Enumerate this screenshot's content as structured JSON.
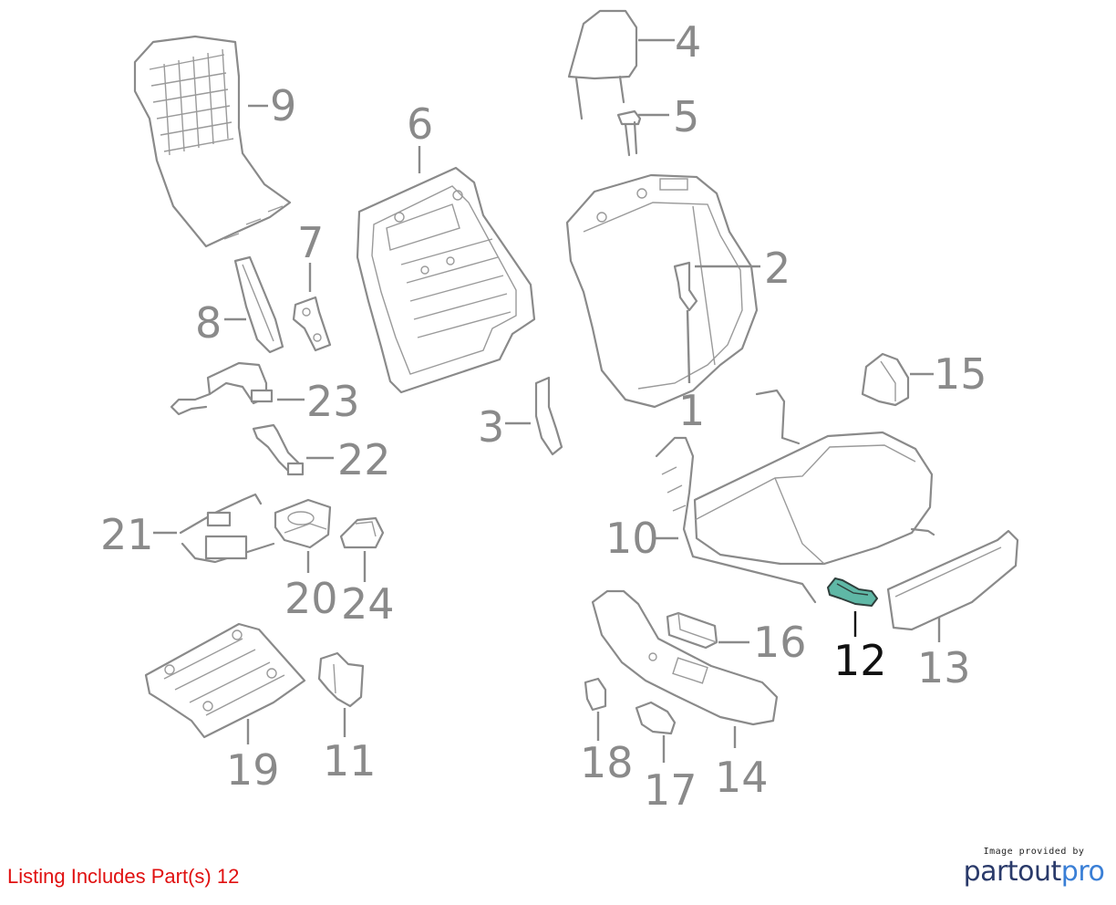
{
  "diagram": {
    "callouts": [
      {
        "id": "1",
        "highlighted": false
      },
      {
        "id": "2",
        "highlighted": false
      },
      {
        "id": "3",
        "highlighted": false
      },
      {
        "id": "4",
        "highlighted": false
      },
      {
        "id": "5",
        "highlighted": false
      },
      {
        "id": "6",
        "highlighted": false
      },
      {
        "id": "7",
        "highlighted": false
      },
      {
        "id": "8",
        "highlighted": false
      },
      {
        "id": "9",
        "highlighted": false
      },
      {
        "id": "10",
        "highlighted": false
      },
      {
        "id": "11",
        "highlighted": false
      },
      {
        "id": "12",
        "highlighted": true
      },
      {
        "id": "13",
        "highlighted": false
      },
      {
        "id": "14",
        "highlighted": false
      },
      {
        "id": "15",
        "highlighted": false
      },
      {
        "id": "16",
        "highlighted": false
      },
      {
        "id": "17",
        "highlighted": false
      },
      {
        "id": "18",
        "highlighted": false
      },
      {
        "id": "19",
        "highlighted": false
      },
      {
        "id": "20",
        "highlighted": false
      },
      {
        "id": "21",
        "highlighted": false
      },
      {
        "id": "22",
        "highlighted": false
      },
      {
        "id": "23",
        "highlighted": false
      },
      {
        "id": "24",
        "highlighted": false
      }
    ],
    "colors": {
      "line": "#8a8a8a",
      "highlight_fill": "#5fb8a6",
      "highlight_label": "#111111"
    }
  },
  "footer": {
    "listing_text": "Listing Includes Part(s)  12",
    "listing_color": "#e01010"
  },
  "provider": {
    "caption": "Image provided by",
    "logo_part1": "partout",
    "logo_part2": "pro"
  }
}
